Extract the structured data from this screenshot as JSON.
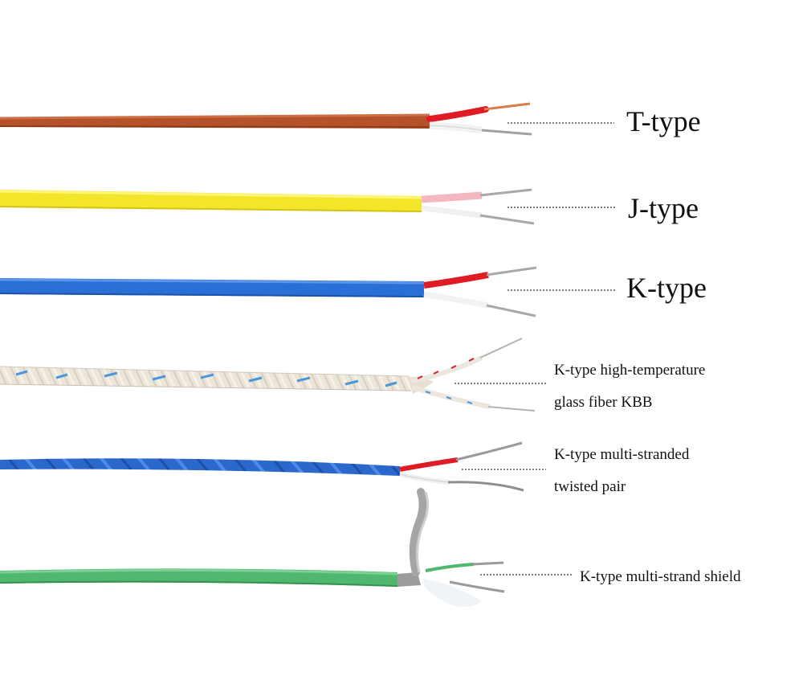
{
  "labels": {
    "t_type": "T-type",
    "j_type": "J-type",
    "k_type": "K-type",
    "kbb_line1": "K-type high-temperature",
    "kbb_line2": "glass fiber KBB",
    "twisted_line1": "K-type multi-stranded",
    "twisted_line2": "twisted pair",
    "shield": "K-type multi-strand shield"
  },
  "colors": {
    "t_type_jacket": "#b5522a",
    "j_type_jacket": "#f3e62a",
    "k_type_jacket": "#2a6fd6",
    "kbb_jacket": "#ece6dc",
    "twisted_jacket": "#2a67c9",
    "shield_jacket": "#4fb86e",
    "red_wire": "#e01b24",
    "leader_line": "#555555"
  }
}
